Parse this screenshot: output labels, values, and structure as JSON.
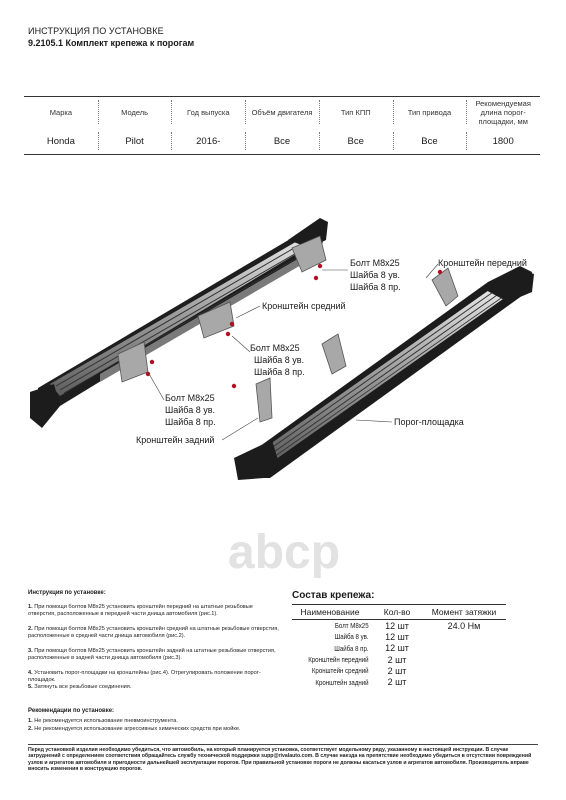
{
  "header": {
    "title": "ИНСТРУКЦИЯ ПО УСТАНОВКЕ",
    "subtitle": "9.2105.1 Комплект крепежа к порогам"
  },
  "spec_table": {
    "headers": [
      "Марка",
      "Модель",
      "Год выпуска",
      "Объём двигателя",
      "Тип КПП",
      "Тип привода",
      "Рекомендуемая длина порог-площадки, мм"
    ],
    "row": [
      "Honda",
      "Pilot",
      "2016-",
      "Все",
      "Все",
      "Все",
      "1800"
    ]
  },
  "callouts": {
    "front_bracket": "Кронштейн передний",
    "bolt_top": "Болт М8х25",
    "washer_top_1": "Шайба 8 ув.",
    "washer_top_2": "Шайба 8 пр.",
    "middle_bracket": "Кронштейн средний",
    "bolt_mid": "Болт М8х25",
    "washer_mid_1": "Шайба 8 ув.",
    "washer_mid_2": "Шайба 8 пр.",
    "bolt_left": "Болт М8х25",
    "washer_left_1": "Шайба 8 ув.",
    "washer_left_2": "Шайба 8 пр.",
    "rear_bracket": "Кронштейн задний",
    "step": "Порог-площадка"
  },
  "watermark": "abcp",
  "colors": {
    "accent": "#b01020",
    "metal": "#9a9a9a",
    "dark": "#1c1c1c"
  },
  "instructions": {
    "title": "Инструкция по установке:",
    "steps": [
      {
        "num": "1.",
        "text": "При помощи болтов М8х25 установить кронштейн передний на штатные резьбовые отверстия, расположенные в передней части днища автомобиля (рис.1)."
      },
      {
        "num": "2.",
        "text": "При помощи болтов М8х25 установить кронштейн средний на штатные резьбовые отверстия, расположенные в средней части днища автомобиля (рис.2)."
      },
      {
        "num": "3.",
        "text": "При помощи болтов М8х25 установить кронштейн задний на штатные резьбовые отверстия, расположенные в задней части днища автомобиля (рис.3)."
      },
      {
        "num": "4.",
        "text": "Установить порог-площадки на кронштейны (рис.4). Отрегулировать положение порог-площадок."
      },
      {
        "num": "5.",
        "text": "Затянуть все резьбовые соединения."
      }
    ],
    "rec_title": "Рекомендации по установке:",
    "recs": [
      {
        "num": "1.",
        "text": "Не рекомендуется использование пневмоинструмента."
      },
      {
        "num": "2.",
        "text": "Не рекомендуется использование агрессивных химических средств при мойке."
      }
    ]
  },
  "fasteners": {
    "title": "Состав крепежа:",
    "headers": [
      "Наименование",
      "Кол-во",
      "Момент затяжки"
    ],
    "rows": [
      [
        "Болт М8х25",
        "12 шт",
        "24.0 Нм"
      ],
      [
        "Шайба 8 ув.",
        "12 шт",
        ""
      ],
      [
        "Шайба 8 пр.",
        "12 шт",
        ""
      ],
      [
        "Кронштейн передний",
        "2 шт",
        ""
      ],
      [
        "Кронштейн средний",
        "2 шт",
        ""
      ],
      [
        "Кронштейн задний",
        "2 шт",
        ""
      ]
    ]
  },
  "footer": "Перед установкой изделия необходимо убедиться, что автомобиль, на который планируется установка, соответствует модельному ряду, указанному в настоящей инструкции. В случае затруднений с определением соответствия обращайтесь службу технической поддержки supp@rivalauto.com. В случае наезда на препятствие необходимо убедиться в отсутствии повреждений узлов и агрегатов автомобиля и пригодности дальнейшей эксплуатации порогов. При правильной установке пороги не должны касаться узлов и агрегатов автомобиля. Производитель вправе вносить изменения в конструкцию порогов."
}
